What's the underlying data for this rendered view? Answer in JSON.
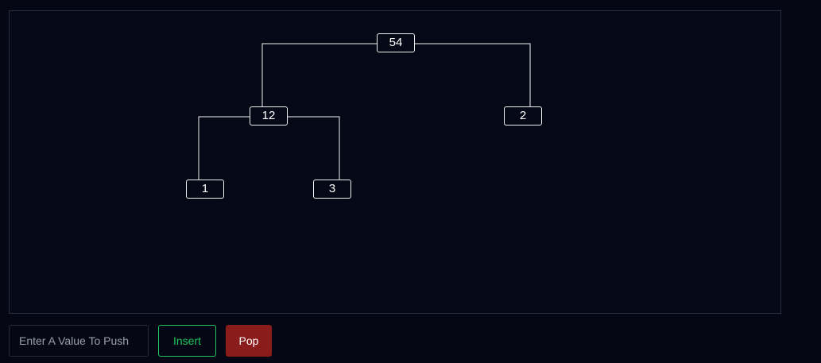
{
  "tree": {
    "nodes": [
      {
        "id": "n54",
        "value": "54"
      },
      {
        "id": "n12",
        "value": "12"
      },
      {
        "id": "n2",
        "value": "2"
      },
      {
        "id": "n1",
        "value": "1"
      },
      {
        "id": "n3",
        "value": "3"
      }
    ],
    "edges": [
      {
        "from": "n54",
        "to": "n12"
      },
      {
        "from": "n54",
        "to": "n2"
      },
      {
        "from": "n12",
        "to": "n1"
      },
      {
        "from": "n12",
        "to": "n3"
      }
    ]
  },
  "controls": {
    "input_placeholder": "Enter A Value To Push",
    "insert_label": "Insert",
    "pop_label": "Pop"
  },
  "colors": {
    "background": "#050814",
    "node_border": "#f2f2f2",
    "insert_accent": "#22c55e",
    "pop_background": "#8b1c1c"
  }
}
